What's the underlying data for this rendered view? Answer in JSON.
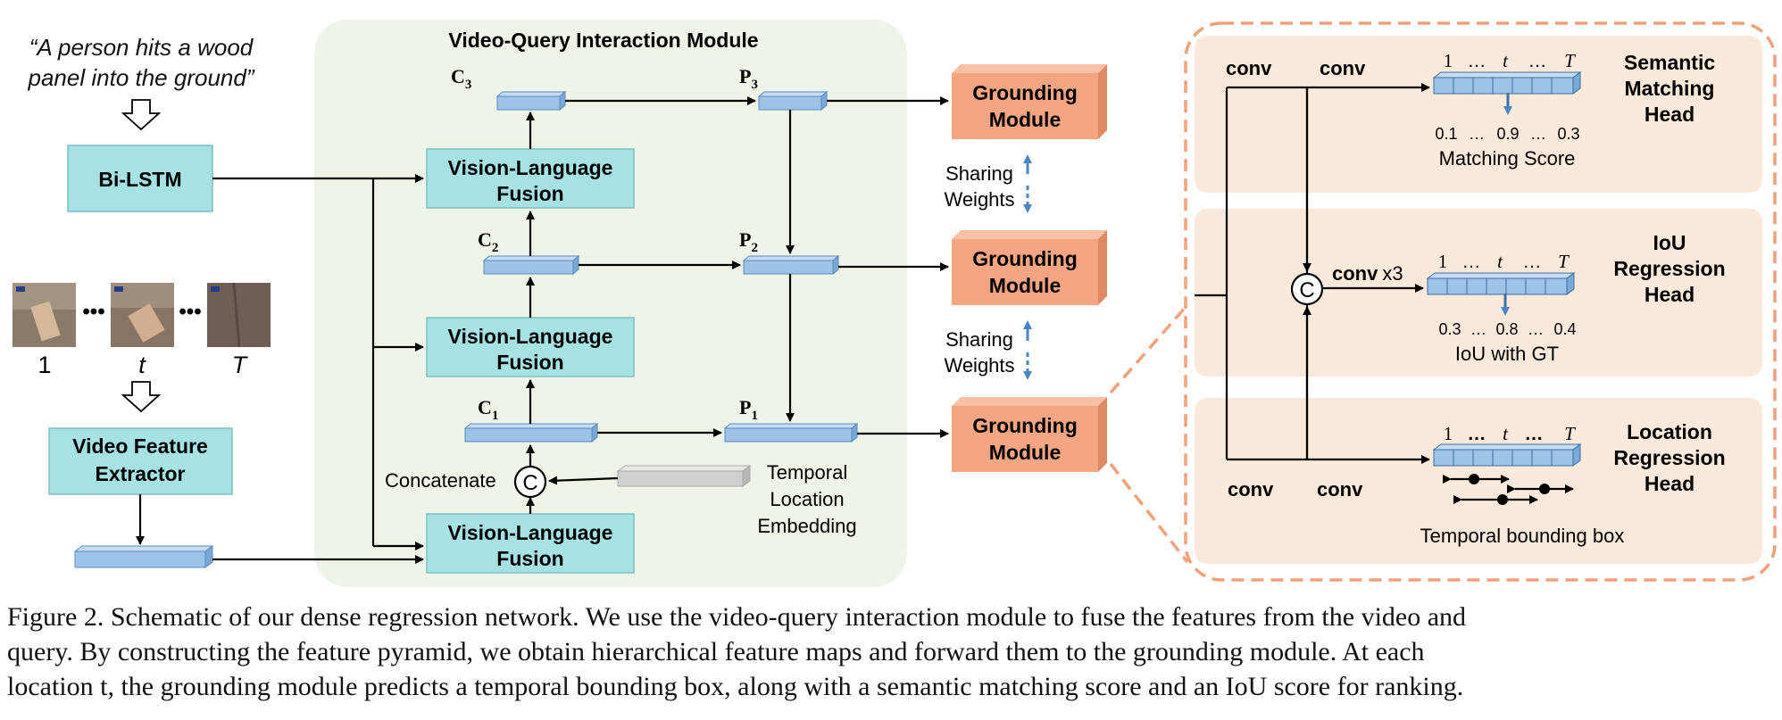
{
  "query": {
    "line1": "“A person hits a wood",
    "line2": "panel into the ground”"
  },
  "bilstm": "Bi-LSTM",
  "frames": {
    "labels": [
      "1",
      "t",
      "T"
    ],
    "dots": "•••"
  },
  "video_extractor": {
    "line1": "Video Feature",
    "line2": "Extractor"
  },
  "module": {
    "title": "Video-Query Interaction Module",
    "fusion": {
      "line1": "Vision-Language",
      "line2": "Fusion"
    },
    "c_labels": [
      "C",
      "C",
      "C"
    ],
    "c_subs": [
      "3",
      "2",
      "1"
    ],
    "p_labels": [
      "P",
      "P",
      "P"
    ],
    "p_subs": [
      "3",
      "2",
      "1"
    ],
    "concat_symbol": "C",
    "concatenate": "Concatenate",
    "temporal": [
      "Temporal",
      "Location",
      "Embedding"
    ]
  },
  "grounding": {
    "line1": "Grounding",
    "line2": "Module"
  },
  "sharing": {
    "line1": "Sharing",
    "line2": "Weights"
  },
  "heads": {
    "conv": "conv",
    "conv_x3": "conv",
    "x3": "x3",
    "concat_symbol": "C",
    "semantic": {
      "title": [
        "Semantic",
        "Matching",
        "Head"
      ],
      "idx": [
        "1",
        "…",
        "t",
        "…",
        "T"
      ],
      "vals": [
        "0.1",
        "…",
        "0.9",
        "…",
        "0.3"
      ],
      "caption": "Matching Score"
    },
    "iou": {
      "title": [
        "IoU",
        "Regression",
        "Head"
      ],
      "idx": [
        "1",
        "…",
        "t",
        "…",
        "T"
      ],
      "vals": [
        "0.3",
        "…",
        "0.8",
        "…",
        "0.4"
      ],
      "caption": "IoU with GT"
    },
    "location": {
      "title": [
        "Location",
        "Regression",
        "Head"
      ],
      "idx": [
        "1",
        "…",
        "t",
        "…",
        "T"
      ],
      "caption": "Temporal bounding box"
    }
  },
  "caption": {
    "line1": "Figure 2. Schematic of our dense regression network. We use the video-query interaction module to fuse the features from the video and",
    "line2": "query. By constructing the feature pyramid, we obtain hierarchical feature maps and forward them to the grounding module. At each",
    "line3": "location t, the grounding module predicts a temporal bounding box, along with a semantic matching score and an IoU score for ranking."
  },
  "colors": {
    "cyan": "#a6e2e3",
    "orange": "#f4a582",
    "bar": "#9dc3e6",
    "module_bg": "#eef4e8",
    "head_bg": "#fbe9dc",
    "dashed": "#f0a07a"
  }
}
